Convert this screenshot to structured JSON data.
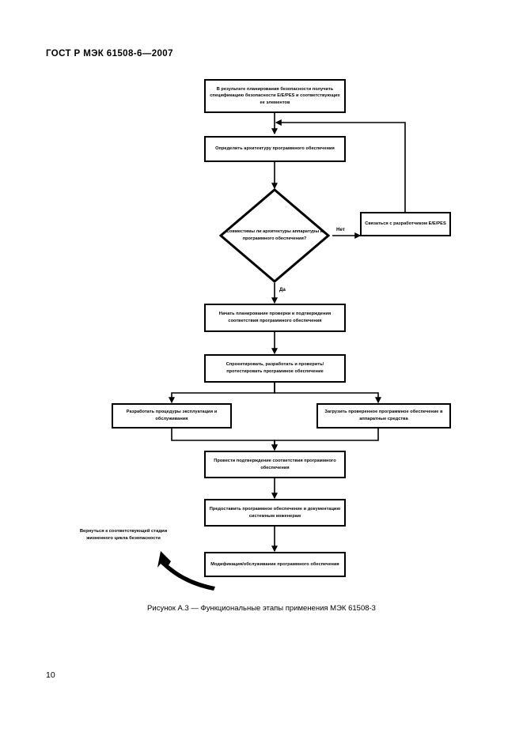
{
  "document": {
    "header": "ГОСТ Р МЭК 61508-6—2007",
    "page_number": "10",
    "figure_caption": "Рисунок А.3 — Функциональные этапы применения МЭК 61508-3"
  },
  "flowchart": {
    "nodes": [
      {
        "id": "n1",
        "shape": "rect",
        "text": "В результате планирования безопасности получить спецификацию безопасности E/E/PES и соответствующих ее элементов"
      },
      {
        "id": "n2",
        "shape": "rect",
        "text": "Определить архитектуру программного обеспечения"
      },
      {
        "id": "d1",
        "shape": "diamond",
        "text": "Совместимы ли архитектуры аппаратуры и программного обеспечения?"
      },
      {
        "id": "n3",
        "shape": "rect",
        "text": "Связаться с разработчиком E/E/PES"
      },
      {
        "id": "n4",
        "shape": "rect",
        "text": "Начать планирование проверки и подтверждения соответствия программного обеспечения"
      },
      {
        "id": "n5",
        "shape": "rect",
        "text": "Спроектировать, разработать и проверить/протестировать программное обеспечение"
      },
      {
        "id": "n6",
        "shape": "rect",
        "text": "Разработать процедуры эксплуатации и обслуживания"
      },
      {
        "id": "n7",
        "shape": "rect",
        "text": "Загрузить проверенное программное обеспечение в аппаратные средства"
      },
      {
        "id": "n8",
        "shape": "rect",
        "text": "Провести подтверждение соответствия программного обеспечения"
      },
      {
        "id": "n9",
        "shape": "rect",
        "text": "Предоставить программное обеспечение и документацию системным инженерам"
      },
      {
        "id": "n10",
        "shape": "rect",
        "text": "Модификация/обслуживание программного обеспечения"
      }
    ],
    "edge_labels": {
      "no": "Нет",
      "yes": "Да"
    },
    "annotation": "Вернуться к соответствующей стадии жизненного цикла безопасности",
    "colors": {
      "line": "#000000",
      "fill": "#ffffff",
      "text": "#000000"
    }
  }
}
